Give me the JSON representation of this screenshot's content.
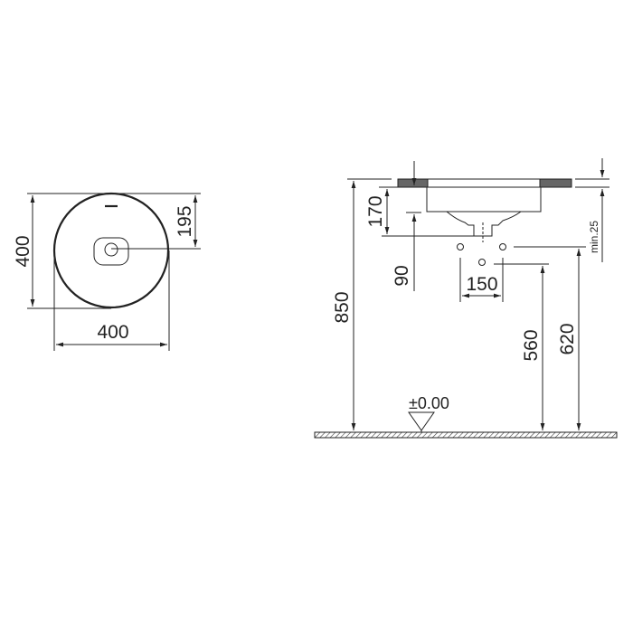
{
  "top_view": {
    "height_label": "400",
    "width_label": "400",
    "drain_offset_label": "195"
  },
  "side_view": {
    "total_height_label": "850",
    "basin_depth_label": "170",
    "drain_to_outlet_label": "90",
    "tap_spacing_label": "150",
    "lower_outlet_height_label": "560",
    "upper_outlet_height_label": "620",
    "min_clearance_label": "min.25",
    "floor_level_label": "±0.00"
  },
  "colors": {
    "line": "#222222",
    "counter_fill": "#666666"
  }
}
